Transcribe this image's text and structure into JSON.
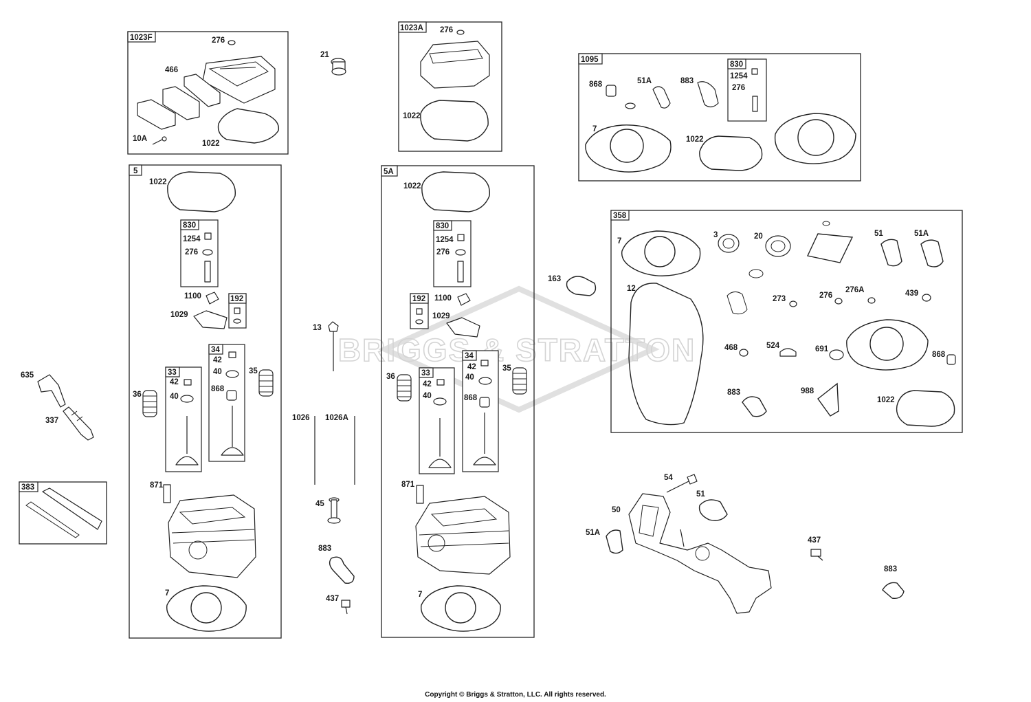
{
  "watermark": {
    "text": "BRIGGS & STRATTON"
  },
  "copyright": "Copyright © Briggs & Stratton, LLC. All rights reserved.",
  "groups": {
    "g1023f": "1023F",
    "g1023a": "1023A",
    "g1095": "1095",
    "g5": "5",
    "g5a": "5A",
    "g358": "358",
    "g383": "383",
    "g830_5": "830",
    "g192_5": "192",
    "g34_5": "34",
    "g33_5": "33",
    "g830_5a": "830",
    "g192_5a": "192",
    "g34_5a": "34",
    "g33_5a": "33",
    "g830_1095": "830"
  },
  "labels": {
    "p276_1023f": "276",
    "p466": "466",
    "p10a": "10A",
    "p1022_1023f": "1022",
    "p21": "21",
    "p276_1023a": "276",
    "p1022_1023a": "1022",
    "p868_1095": "868",
    "p51a_1095": "51A",
    "p883_1095": "883",
    "p1254_1095": "1254",
    "p276_1095": "276",
    "p7_1095": "7",
    "p1022_1095": "1022",
    "p1022_5": "1022",
    "p1254_5": "1254",
    "p276_5": "276",
    "p1100_5": "1100",
    "p1029_5": "1029",
    "p42_34_5": "42",
    "p40_34_5": "40",
    "p868_5": "868",
    "p35_5": "35",
    "p42_33_5": "42",
    "p40_33_5": "40",
    "p36_5": "36",
    "p871_5": "871",
    "p7_5": "7",
    "p1022_5a": "1022",
    "p1254_5a": "1254",
    "p276_5a": "276",
    "p1100_5a": "1100",
    "p1029_5a": "1029",
    "p42_34_5a": "42",
    "p40_34_5a": "40",
    "p868_5a": "868",
    "p35_5a": "35",
    "p42_33_5a": "42",
    "p40_33_5a": "40",
    "p36_5a": "36",
    "p871_5a": "871",
    "p7_5a": "7",
    "p635": "635",
    "p337": "337",
    "p13": "13",
    "p1026": "1026",
    "p1026a": "1026A",
    "p45": "45",
    "p883_mid": "883",
    "p437_mid": "437",
    "p163": "163",
    "p7_358": "7",
    "p3_358": "3",
    "p20_358": "20",
    "p51_358": "51",
    "p51a_358": "51A",
    "p12_358": "12",
    "p273_358": "273",
    "p276_358": "276",
    "p276a_358": "276A",
    "p439_358": "439",
    "p468_358": "468",
    "p524_358": "524",
    "p691_358": "691",
    "p868_358": "868",
    "p883_358": "883",
    "p988_358": "988",
    "p1022_358": "1022",
    "p54": "54",
    "p51_man": "51",
    "p50": "50",
    "p51a_man": "51A",
    "p437_right": "437",
    "p883_right": "883"
  }
}
